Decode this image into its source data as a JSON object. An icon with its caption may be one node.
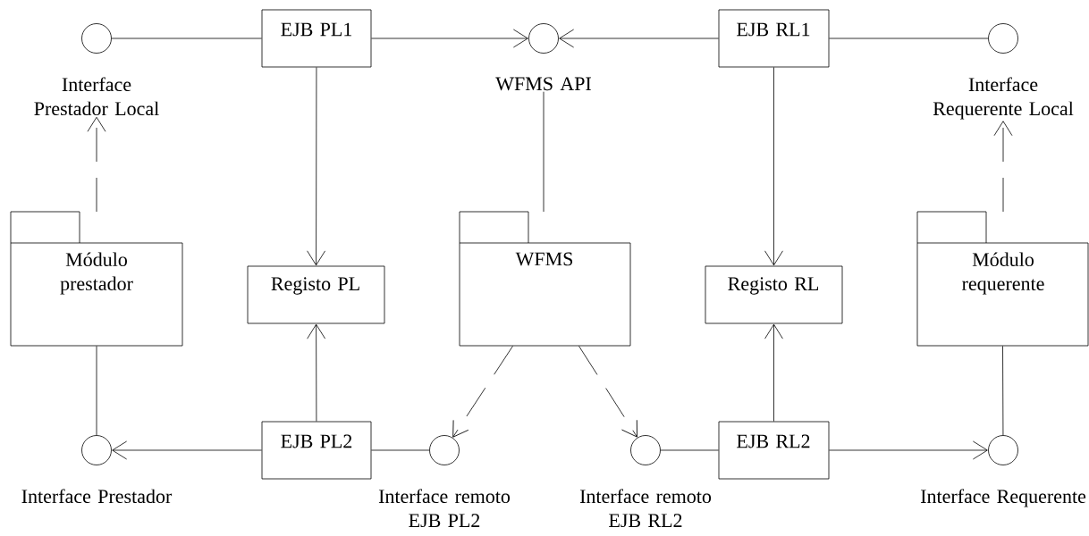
{
  "diagram": {
    "nodes": [
      {
        "text": [
          "Interface Prestador Local"
        ]
      },
      {
        "text": [
          "EJB PL1"
        ]
      },
      {
        "text": [
          "WFMS API"
        ]
      },
      {
        "text": [
          "EJB RL1"
        ]
      },
      {
        "text": [
          "Interface Requerente Local"
        ]
      },
      {
        "text": [
          "Módulo prestador"
        ]
      },
      {
        "text": [
          "Registo PL"
        ]
      },
      {
        "text": [
          "WFMS"
        ]
      },
      {
        "text": [
          "Registo RL"
        ]
      },
      {
        "text": [
          "Módulo requerente"
        ]
      },
      {
        "text": [
          "Interface Prestador"
        ]
      },
      {
        "text": [
          "EJB PL2"
        ]
      },
      {
        "text": [
          "Interface remoto EJB PL2"
        ]
      },
      {
        "text": [
          "Interface remoto EJB RL2"
        ]
      },
      {
        "text": [
          "EJB RL2"
        ]
      },
      {
        "text": [
          "Interface Requerente"
        ]
      }
    ],
    "edges": [
      {
        "from": 1,
        "to": 0,
        "arrow": "none"
      },
      {
        "from": 1,
        "to": 2,
        "arrow": "to"
      },
      {
        "from": 3,
        "to": 2,
        "arrow": "to"
      },
      {
        "from": 3,
        "to": 4,
        "arrow": "none"
      },
      {
        "from": 5,
        "to": 0,
        "arrow": "to",
        "style": "dashed"
      },
      {
        "from": 1,
        "to": 6,
        "arrow": "to"
      },
      {
        "from": 7,
        "to": 2,
        "arrow": "none"
      },
      {
        "from": 3,
        "to": 8,
        "arrow": "to"
      },
      {
        "from": 9,
        "to": 4,
        "arrow": "to",
        "style": "dashed"
      },
      {
        "from": 5,
        "to": 10,
        "arrow": "none"
      },
      {
        "from": 11,
        "to": 6,
        "arrow": "to"
      },
      {
        "from": 7,
        "to": 12,
        "arrow": "to",
        "style": "dashed"
      },
      {
        "from": 7,
        "to": 13,
        "arrow": "to",
        "style": "dashed"
      },
      {
        "from": 14,
        "to": 8,
        "arrow": "to"
      },
      {
        "from": 9,
        "to": 15,
        "arrow": "none"
      },
      {
        "from": 11,
        "to": 10,
        "arrow": "to"
      },
      {
        "from": 12,
        "to": 11,
        "arrow": "none"
      },
      {
        "from": 13,
        "to": 14,
        "arrow": "none"
      },
      {
        "from": 14,
        "to": 15,
        "arrow": "to"
      }
    ]
  }
}
